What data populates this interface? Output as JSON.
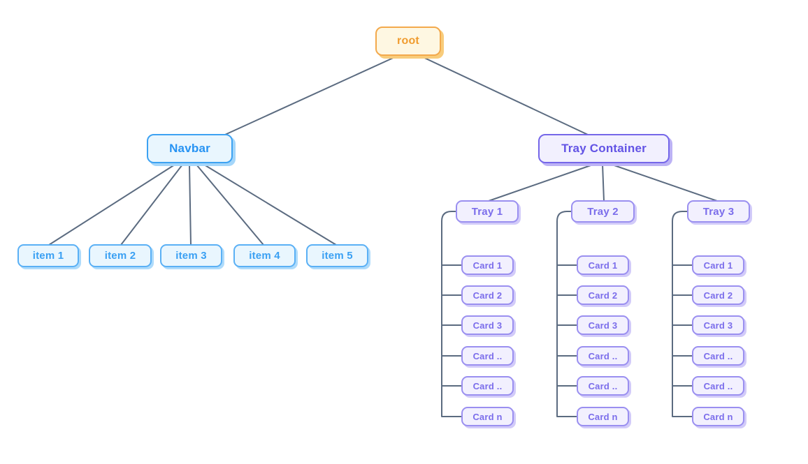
{
  "diagram": {
    "root": {
      "label": "root"
    },
    "navbar": {
      "label": "Navbar",
      "items": [
        {
          "label": "item 1"
        },
        {
          "label": "item 2"
        },
        {
          "label": "item 3"
        },
        {
          "label": "item 4"
        },
        {
          "label": "item 5"
        }
      ]
    },
    "tray_container": {
      "label": "Tray Container",
      "trays": [
        {
          "label": "Tray 1",
          "cards": [
            {
              "label": "Card 1"
            },
            {
              "label": "Card 2"
            },
            {
              "label": "Card 3"
            },
            {
              "label": "Card .."
            },
            {
              "label": "Card .."
            },
            {
              "label": "Card n"
            }
          ]
        },
        {
          "label": "Tray 2",
          "cards": [
            {
              "label": "Card 1"
            },
            {
              "label": "Card 2"
            },
            {
              "label": "Card 3"
            },
            {
              "label": "Card .."
            },
            {
              "label": "Card .."
            },
            {
              "label": "Card n"
            }
          ]
        },
        {
          "label": "Tray 3",
          "cards": [
            {
              "label": "Card 1"
            },
            {
              "label": "Card 2"
            },
            {
              "label": "Card 3"
            },
            {
              "label": "Card .."
            },
            {
              "label": "Card .."
            },
            {
              "label": "Card n"
            }
          ]
        }
      ]
    }
  },
  "colors": {
    "edge": "#5B6B80",
    "root_node": {
      "bg": "#FEF7E2",
      "border": "#F3A94C",
      "text": "#F09C2F",
      "shadow": "#F8CC7B"
    },
    "navbar_node": {
      "bg": "#E9F6FE",
      "border": "#3DA2F2",
      "text": "#2693F3",
      "shadow": "#A4D6FA"
    },
    "item_node": {
      "bg": "#E9F6FE",
      "border": "#5AB0F5",
      "text": "#3AA0F3",
      "shadow": "#AEDBFB"
    },
    "tray_container_node": {
      "bg": "#F2F0FE",
      "border": "#7567E9",
      "text": "#6253E5",
      "shadow": "#BCB2F5"
    },
    "tray_node": {
      "bg": "#F2F0FE",
      "border": "#9A8FF0",
      "text": "#7B6DEB",
      "shadow": "#D2CBF9"
    }
  }
}
